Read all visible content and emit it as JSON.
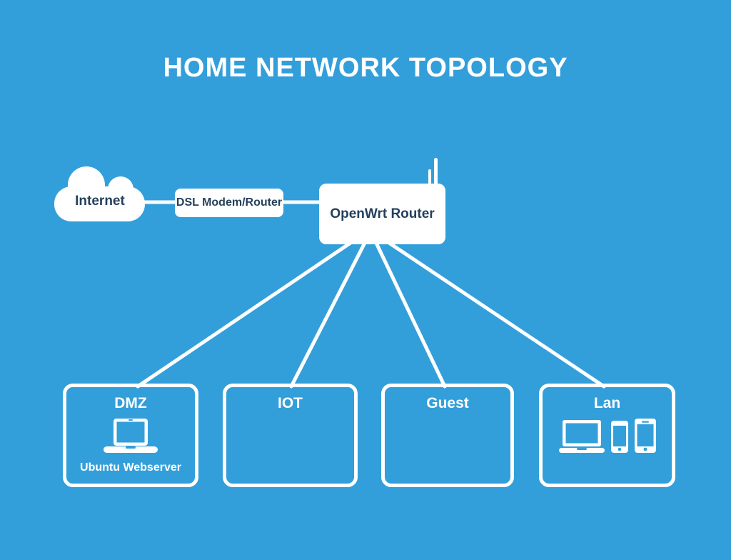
{
  "title": "HOME NETWORK TOPOLOGY",
  "colors": {
    "background": "#339fda",
    "node_fill": "#ffffff",
    "node_text": "#24405c",
    "zone_border": "#ffffff",
    "zone_text": "#ffffff"
  },
  "nodes": {
    "internet": {
      "label": "Internet",
      "icon": "cloud-icon"
    },
    "dsl_modem": {
      "label": "DSL Modem/Router"
    },
    "openwrt_router": {
      "label": "OpenWrt Router",
      "icon": "antenna-icon"
    },
    "dmz": {
      "title": "DMZ",
      "device_label": "Ubuntu Webserver",
      "icons": [
        "laptop-icon"
      ]
    },
    "iot": {
      "title": "IOT",
      "icons": []
    },
    "guest": {
      "title": "Guest",
      "icons": []
    },
    "lan": {
      "title": "Lan",
      "icons": [
        "laptop-icon",
        "smartphone-icon",
        "tablet-icon"
      ]
    }
  },
  "edges": [
    {
      "from": "internet",
      "to": "dsl_modem"
    },
    {
      "from": "dsl_modem",
      "to": "openwrt_router"
    },
    {
      "from": "openwrt_router",
      "to": "dmz"
    },
    {
      "from": "openwrt_router",
      "to": "iot"
    },
    {
      "from": "openwrt_router",
      "to": "guest"
    },
    {
      "from": "openwrt_router",
      "to": "lan"
    }
  ]
}
